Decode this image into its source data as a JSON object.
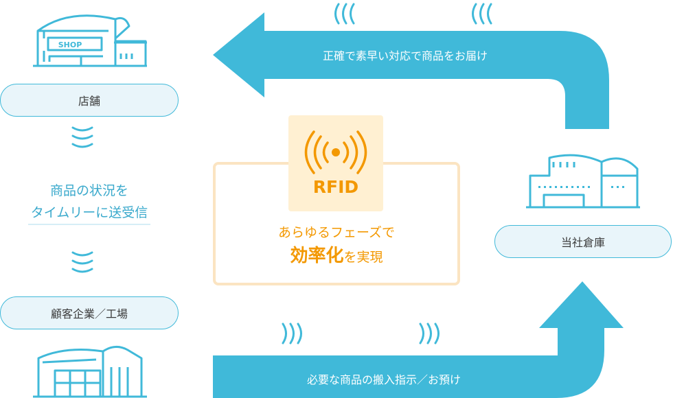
{
  "nodes": {
    "shop": "店舗",
    "warehouse": "当社倉庫",
    "customer": "顧客企業／工場"
  },
  "shop_sign": "SHOP",
  "realtime": {
    "line1": "商品の状況を",
    "line2": "タイムリーに送受信"
  },
  "arrows": {
    "top": "正確で素早い対応で商品をお届け",
    "bottom": "必要な商品の搬入指示／お預け"
  },
  "center": {
    "tag": "RFID",
    "line1": "あらゆるフェーズで",
    "emph": "効率化",
    "suffix": "を実現"
  },
  "colors": {
    "accent": "#40b9d9",
    "orange": "#f39800",
    "pill_bg": "#e9f5fa",
    "cream": "#fff2d9"
  },
  "icons": [
    "shop-building-icon",
    "factory-building-icon",
    "warehouse-building-icon",
    "rfid-signal-icon",
    "wave-icon",
    "chevron-down-icon"
  ]
}
